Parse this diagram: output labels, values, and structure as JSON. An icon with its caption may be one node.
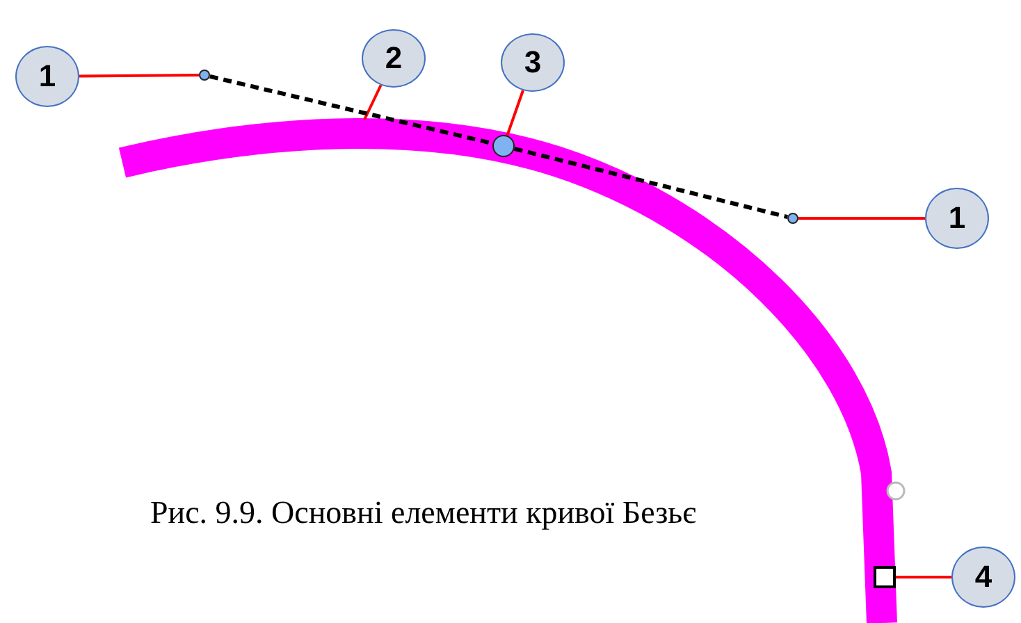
{
  "diagram": {
    "caption": "Рис. 9.9. Основні елементи кривої Безьє",
    "nodes": [
      {
        "text": [
          "1"
        ]
      },
      {
        "text": [],
        "shape": "circle"
      },
      {
        "text": [
          "2"
        ]
      },
      {
        "text": [
          "3"
        ]
      },
      {
        "text": [],
        "shape": "circle"
      },
      {
        "text": [],
        "shape": "circle"
      },
      {
        "text": [
          "1"
        ]
      },
      {
        "text": [],
        "shape": "box"
      },
      {
        "text": [
          "4"
        ]
      }
    ],
    "edges": [
      {
        "from": 0,
        "to": 1,
        "arrow": "none"
      },
      {
        "from": 2,
        "to": null,
        "arrow": "none"
      },
      {
        "from": 3,
        "to": 4,
        "arrow": "none"
      },
      {
        "from": 6,
        "to": 5,
        "arrow": "none"
      },
      {
        "from": 8,
        "to": 7,
        "arrow": "none"
      },
      {
        "from": 1,
        "to": 4,
        "arrow": "none",
        "style": "dashed",
        "color": "#000000"
      },
      {
        "from": 4,
        "to": 5,
        "arrow": "none",
        "style": "dashed",
        "color": "#000000"
      }
    ]
  }
}
